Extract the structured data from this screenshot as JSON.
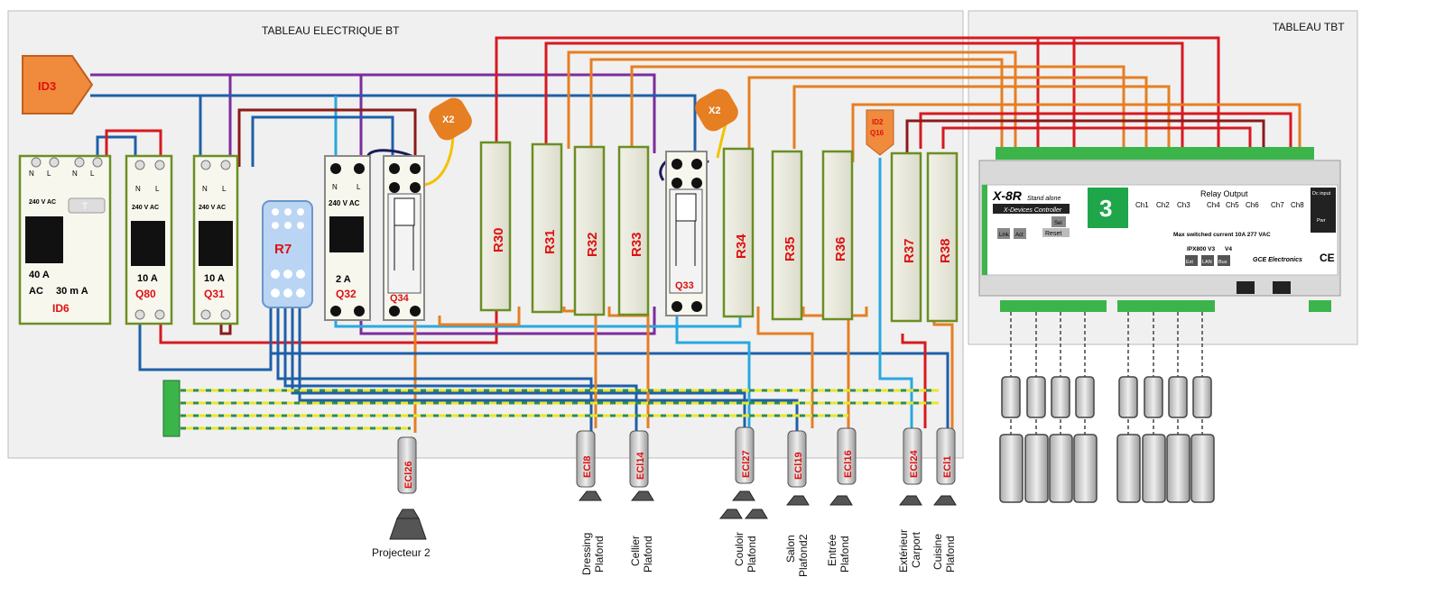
{
  "panels": {
    "bt_title": "TABLEAU ELECTRIQUE BT",
    "tbt_title": "TABLEAU TBT"
  },
  "id3": "ID3",
  "id6": {
    "name": "ID6",
    "amp": "40 A",
    "ac": "AC",
    "sens": "30 m A",
    "volt": "240 V AC",
    "n": "N",
    "l": "L",
    "test": "T"
  },
  "breakers": [
    {
      "name": "Q80",
      "amp": "10 A",
      "volt": "240 V AC",
      "n": "N",
      "l": "L"
    },
    {
      "name": "Q31",
      "amp": "10 A",
      "volt": "240 V AC",
      "n": "N",
      "l": "L"
    },
    {
      "name": "Q32",
      "amp": "2 A",
      "volt": "240 V AC",
      "n": "N",
      "l": "L"
    }
  ],
  "r7": "R7",
  "relays": [
    "Q34",
    "Q33"
  ],
  "x2": "X2",
  "id2": [
    "ID2",
    "Q16"
  ],
  "rails": [
    "R30",
    "R31",
    "R32",
    "R33",
    "R34",
    "R35",
    "R36",
    "R37",
    "R38"
  ],
  "x8r": {
    "model": "X-8R",
    "standalone": "Stand alone",
    "controller": "X-Devices Controller",
    "number": "3",
    "relay_output": "Relay Output",
    "channels": [
      "Ch1",
      "Ch2",
      "Ch3",
      "Ch4",
      "Ch5",
      "Ch6",
      "Ch7",
      "Ch8"
    ],
    "max_current": "Max switched current 10A 277 VAC",
    "dc_input": "Dc input",
    "buttons": [
      "Link",
      "Act",
      "Sel",
      "Reset"
    ],
    "version": "IPX800 V3",
    "v4": "V4",
    "ports": [
      "Ext",
      "LAN",
      "Bus"
    ],
    "brand": "GCE Electronics",
    "ce": "CE",
    "pwr": "Pwr"
  },
  "cables": [
    "ECl26",
    "ECl8",
    "ECl14",
    "ECl27",
    "ECl19",
    "ECl16",
    "ECl24",
    "ECl1"
  ],
  "lamp_labels": [
    {
      "l1": "Projecteur 2"
    },
    {
      "l1": "Dressing",
      "l2": "Plafond"
    },
    {
      "l1": "Cellier",
      "l2": "Plafond"
    },
    {
      "l1": "Couloir",
      "l2": "Plafond"
    },
    {
      "l1": "Salon",
      "l2": "Plafond2"
    },
    {
      "l1": "Entrée",
      "l2": "Plafond"
    },
    {
      "l1": "Extérieur",
      "l2": "Carport"
    },
    {
      "l1": "Cuisine",
      "l2": "Plafond"
    }
  ],
  "colors": {
    "red": "#d71920",
    "orange": "#e67e22",
    "purple": "#7b2d9c",
    "blue": "#1e5fa8",
    "cyan": "#29a8e0",
    "darkred": "#8b1a1a",
    "olive": "#6b8e23"
  }
}
